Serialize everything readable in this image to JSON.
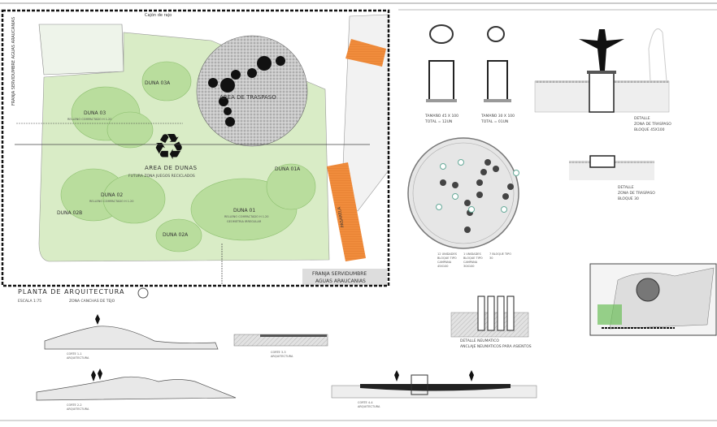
{
  "plan": {
    "title": "PLANTA DE ARQUITECTURA",
    "scale": "ESCALA 1:75",
    "subtitle": "ZONA CANCHAS DE TEJO",
    "top_label": "Cajón de rajo",
    "left_strip": "FRANJA SERVIDUMBRE AGUAS ARAUCANIAS",
    "bottom_strip_1": "FRANJA SERVIDUMBRE",
    "bottom_strip_2": "AGUAS ARAUCANIAS",
    "pasarela": "PASARELA",
    "area_traspaso": "AREA DE TRASPASO",
    "area_dunas": "AREA DE DUNAS",
    "area_dunas_sub": "FUTURA ZONA JUEGOS RECICLADOS",
    "dunes": {
      "d03a": "DUNA 03A",
      "d03": "DUNA 03",
      "d01a": "DUNA 01A",
      "d02": "DUNA 02",
      "d02b": "DUNA 02B",
      "d01": "DUNA 01",
      "d02a": "DUNA 02A"
    },
    "dune_note": "RELLENO COMPACTADO H 1.20",
    "dune_note2": "GEOMETRIA IRREGULAR"
  },
  "details": {
    "pipe1": [
      "TAMAÑO 45 X 100",
      "TOTAL = 12UN"
    ],
    "pipe2": [
      "TAMAÑO 30 X 100",
      "TOTAL = 01UN"
    ],
    "traspaso1": [
      "DETALLE",
      "ZONA DE TRASPASO",
      "BLOQUE 45X100"
    ],
    "traspaso2": [
      "DETALLE",
      "ZONA DE TRASPASO",
      "BLOQUE 30"
    ],
    "units": [
      "12 UNIDADES",
      "BLOQUE TIPO",
      "CAMPANA",
      "45X100",
      "1 UNIDADES",
      "BLOQUE TIPO",
      "CAMPANA",
      "30X100",
      "7 BLOQUE TIPO",
      "30"
    ],
    "neumatico": [
      "DETALLE NEUMATICO",
      "ANCLAJE NEUMATICOS PARA ASIENTOS"
    ],
    "cut1": [
      "CORTE 1-1",
      "ARQUITECTURA"
    ],
    "cut2": [
      "CORTE 2-2",
      "ARQUITECTURA"
    ],
    "cut3": [
      "CORTE 3-3",
      "ARQUITECTURA"
    ],
    "cut4": [
      "CORTE 4-4",
      "ARQUITECTURA"
    ]
  },
  "colors": {
    "grass": "#d9ecc6",
    "dune": "#a9d58b",
    "orange": "#f08c3c",
    "gravel": "#bdbdbd"
  }
}
